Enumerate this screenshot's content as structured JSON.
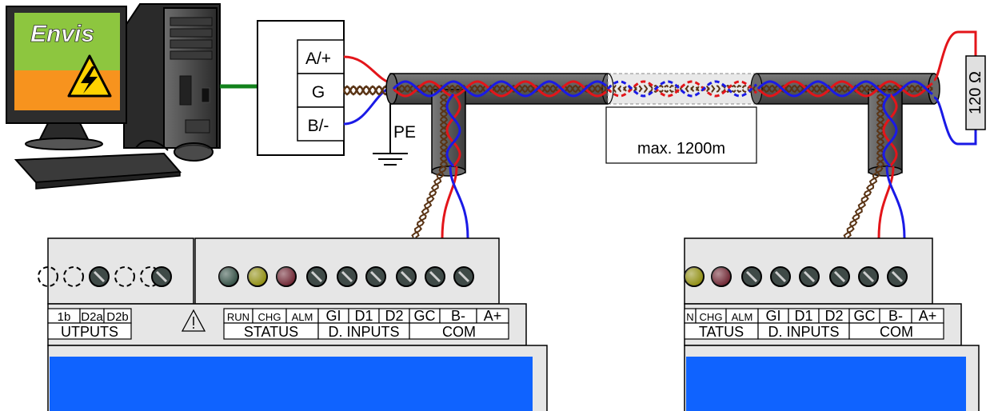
{
  "monitor": {
    "logo_text": "Envis",
    "screen_colors": [
      "#8dc63f",
      "#f7931e"
    ]
  },
  "converter": {
    "terminals": [
      {
        "label": "A/+",
        "wire_color": "#e3151a"
      },
      {
        "label": "G",
        "wire_color": "#5a3415"
      },
      {
        "label": "B/-",
        "wire_color": "#1a1ae6"
      }
    ],
    "ground_label": "PE"
  },
  "bus": {
    "max_length_label": "max. 1200m"
  },
  "terminator": {
    "label": "120 Ω"
  },
  "devices": [
    {
      "id": "left",
      "terminal_row": [
        "1b",
        "D2a",
        "D2b",
        "RUN",
        "CHG",
        "ALM",
        "GI",
        "D1",
        "D2",
        "GC",
        "B-",
        "A+"
      ],
      "groups": [
        "UTPUTS",
        "STATUS",
        "D. INPUTS",
        "COM"
      ],
      "led_colors": [
        "#2e4b40",
        "#8c8a0a",
        "#6a1f2c"
      ]
    },
    {
      "id": "right",
      "terminal_row": [
        "N",
        "CHG",
        "ALM",
        "GI",
        "D1",
        "D2",
        "GC",
        "B-",
        "A+"
      ],
      "groups": [
        "TATUS",
        "D. INPUTS",
        "COM"
      ],
      "led_colors": [
        "#8c8a0a",
        "#6a1f2c"
      ]
    }
  ],
  "colors": {
    "cable": "#555555",
    "wire_red": "#e3151a",
    "wire_blue": "#1a1ae6",
    "wire_brown": "#5a3415",
    "usb_green": "#12821c",
    "display_blue": "#0f63ff",
    "device_grey": "#e6e6e6"
  }
}
